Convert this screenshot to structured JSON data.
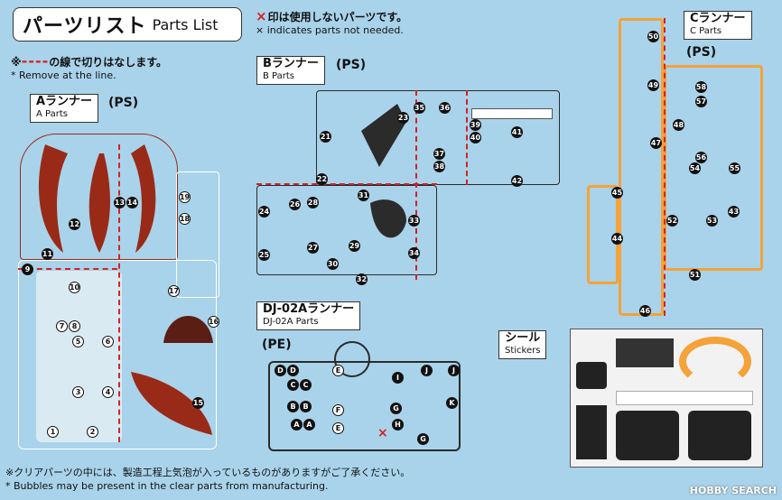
{
  "header": {
    "title_jp": "パーツリスト",
    "title_en": "Parts List",
    "unused_note_jp": "印は使用しないパーツです。",
    "unused_note_en": "× indicates parts not needed.",
    "cut_note_jp_pre": "※",
    "cut_note_jp_post": "の線で切りはなします。",
    "cut_note_en": "* Remove at the      line.",
    "unused_mark": "×",
    "cut_mark": "----"
  },
  "runners": {
    "a": {
      "name_jp": "Aランナー",
      "name_en": "A Parts",
      "material": "(PS)",
      "parts": [
        "11",
        "12",
        "13",
        "14",
        "9",
        "10",
        "7",
        "8",
        "5",
        "6",
        "3",
        "4",
        "1",
        "2",
        "15",
        "16",
        "17",
        "18",
        "19"
      ]
    },
    "b": {
      "name_jp": "Bランナー",
      "name_en": "B Parts",
      "material": "(PS)",
      "parts": [
        "21",
        "22",
        "23",
        "24",
        "25",
        "26",
        "27",
        "28",
        "29",
        "30",
        "31",
        "32",
        "33",
        "34",
        "35",
        "36",
        "37",
        "38",
        "39",
        "40",
        "41",
        "42"
      ]
    },
    "c": {
      "name_jp": "Cランナー",
      "name_en": "C Parts",
      "material": "(PS)",
      "parts": [
        "43",
        "44",
        "45",
        "46",
        "47",
        "48",
        "49",
        "50",
        "51",
        "52",
        "53",
        "54",
        "55",
        "56",
        "57",
        "58"
      ]
    },
    "dj": {
      "name_jp": "DJ-02Aランナー",
      "name_en": "DJ-02A Parts",
      "material": "(PE)",
      "parts": [
        "A",
        "B",
        "C",
        "D",
        "E",
        "F",
        "G",
        "H",
        "I",
        "J",
        "K"
      ]
    }
  },
  "stickers": {
    "name_jp": "シール",
    "name_en": "Stickers"
  },
  "footer": {
    "jp": "※クリアパーツの中には、製造工程上気泡が入っているものがありますがご了承ください。",
    "en": "* Bubbles may be present in the clear parts from manufacturing."
  },
  "watermark": "HOBBY SEARCH",
  "colors": {
    "a_red": "#9a2a18",
    "b_black": "#2b2b2b",
    "c_orange": "#f4a23a",
    "clear": "#eef3f6",
    "cut_red": "#d62020"
  }
}
